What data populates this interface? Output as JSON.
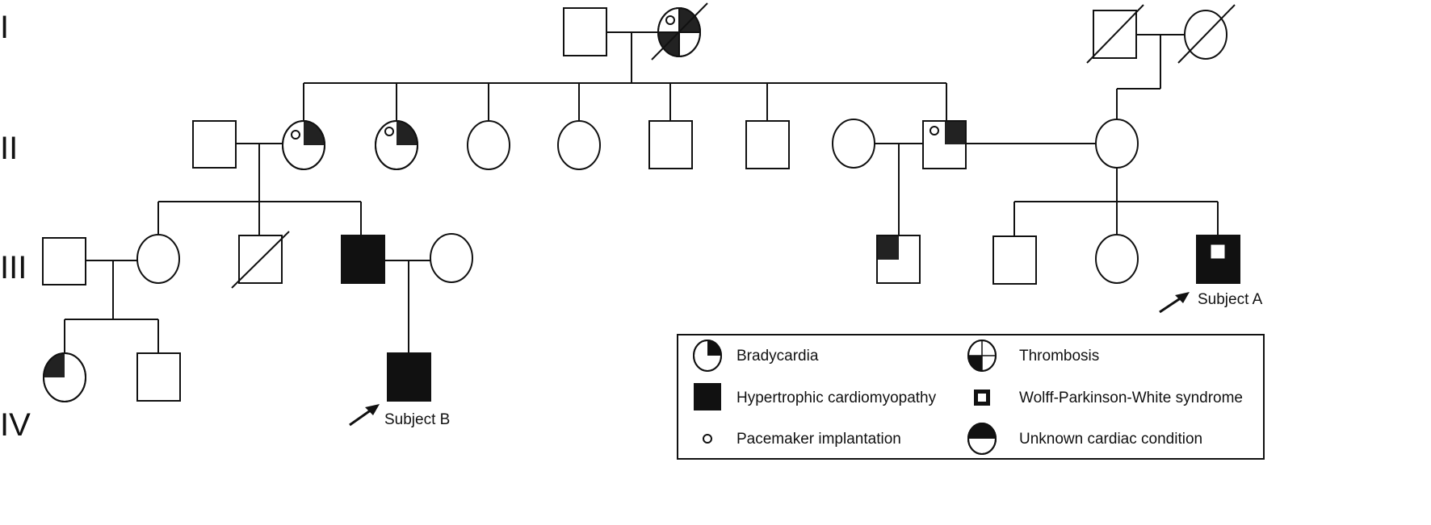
{
  "generations": [
    "I",
    "II",
    "III",
    "IV"
  ],
  "subjects": {
    "a": "Subject A",
    "b": "Subject B"
  },
  "legend": {
    "bradycardia": "Bradycardia",
    "thrombosis": "Thrombosis",
    "hcm": "Hypertrophic cardiomyopathy",
    "wpw": "Wolff-Parkinson-White syndrome",
    "pacemaker": "Pacemaker implantation",
    "unknown": "Unknown cardiac condition"
  },
  "colors": {
    "ink": "#111111",
    "fill_dark": "#222222",
    "background": "#ffffff"
  }
}
